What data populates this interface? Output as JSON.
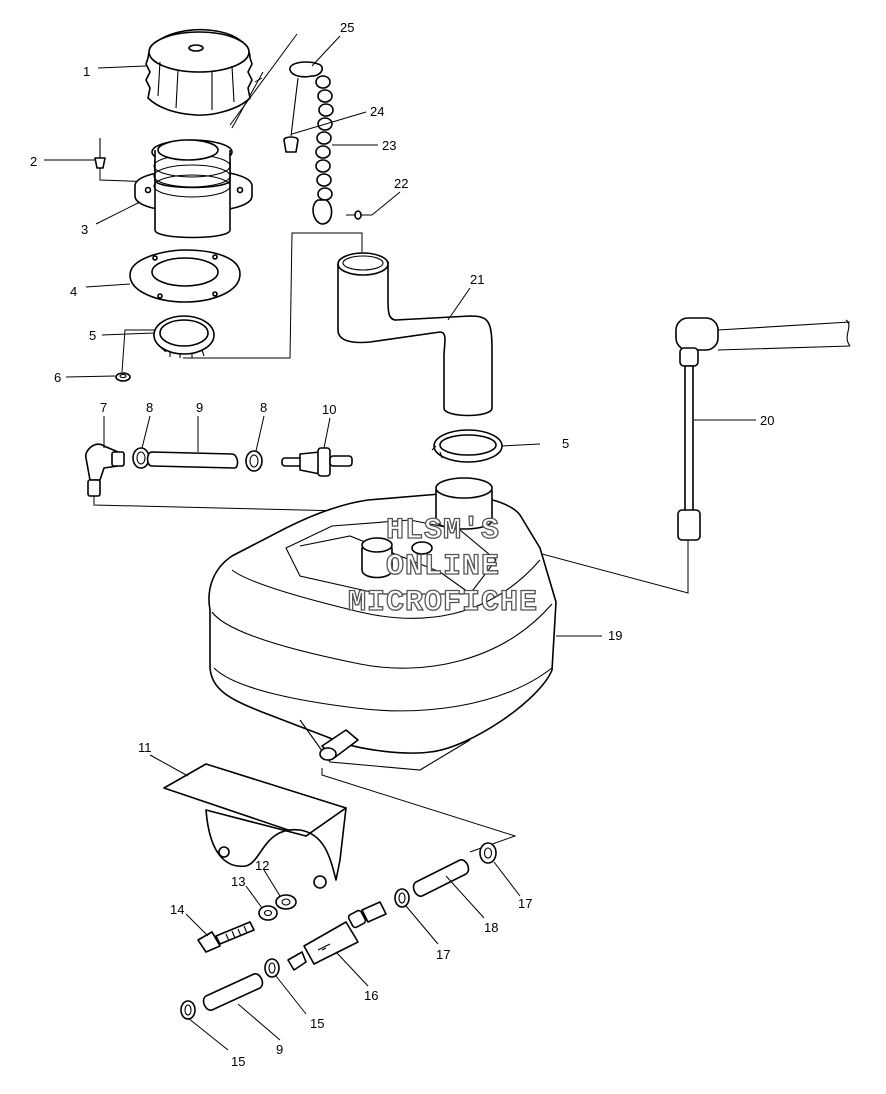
{
  "watermark": {
    "line1": "HLSM'S",
    "line2": "ONLINE",
    "line3": "MICROFICHE"
  },
  "callouts": {
    "c1": "1",
    "c2": "2",
    "c3": "3",
    "c4": "4",
    "c5a": "5",
    "c5b": "5",
    "c6": "6",
    "c7": "7",
    "c8a": "8",
    "c8b": "8",
    "c9a": "9",
    "c9b": "9",
    "c10": "10",
    "c11": "11",
    "c12": "12",
    "c13": "13",
    "c14": "14",
    "c15a": "15",
    "c15b": "15",
    "c16": "16",
    "c17a": "17",
    "c17b": "17",
    "c18": "18",
    "c19": "19",
    "c20": "20",
    "c21": "21",
    "c22": "22",
    "c23": "23",
    "c24": "24",
    "c25": "25"
  },
  "icons": [
    "fuel-cap",
    "filler-neck",
    "gasket",
    "clamp",
    "elbow-fitting",
    "fuel-filter",
    "fuel-hose",
    "fuel-tank",
    "fuel-gauge",
    "chain",
    "bracket",
    "bolt",
    "washer",
    "shutoff-valve"
  ]
}
